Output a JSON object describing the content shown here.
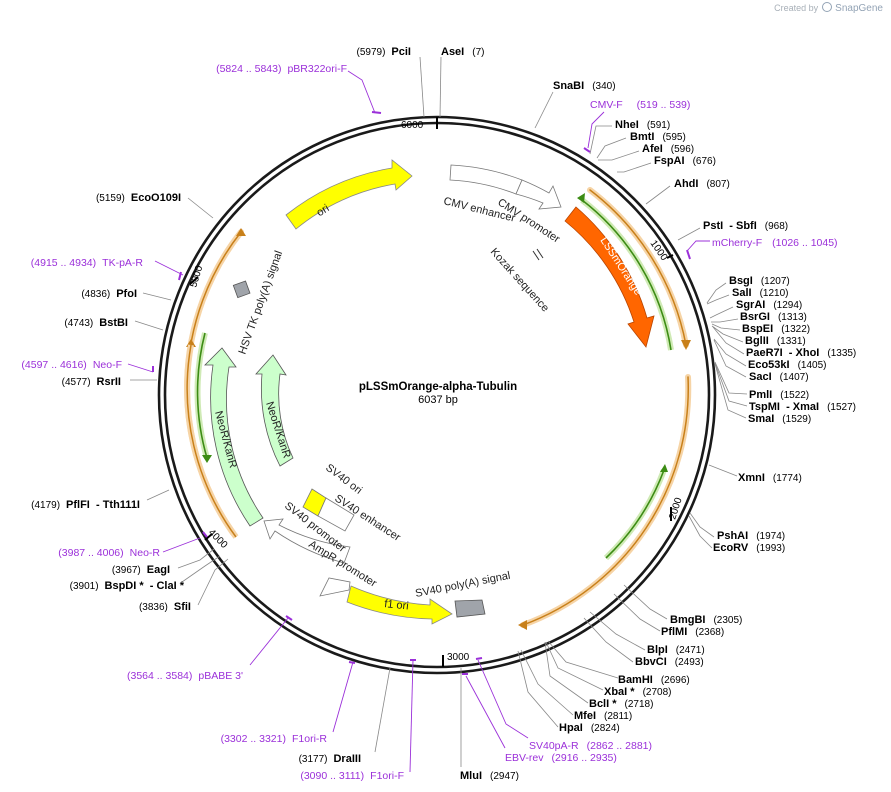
{
  "credit": {
    "prefix": "Created by",
    "brand": "SnapGene"
  },
  "plasmid": {
    "name": "pLSSmOrange-alpha-Tubulin",
    "size": "6037 bp",
    "length": 6037
  },
  "ticks": [
    {
      "pos": 1000,
      "label": "1000"
    },
    {
      "pos": 2000,
      "label": "2000"
    },
    {
      "pos": 3000,
      "label": "3000"
    },
    {
      "pos": 4000,
      "label": "4000"
    },
    {
      "pos": 5000,
      "label": "5000"
    },
    {
      "pos": 6000,
      "label": "6000"
    }
  ],
  "sites": [
    {
      "name": "PciI",
      "pos": "(5979)"
    },
    {
      "name": "AseI",
      "pos": "(7)"
    },
    {
      "name": "SnaBI",
      "pos": "(340)"
    },
    {
      "name": "NheI",
      "pos": "(591)"
    },
    {
      "name": "BmtI",
      "pos": "(595)"
    },
    {
      "name": "AfeI",
      "pos": "(596)"
    },
    {
      "name": "FspAI",
      "pos": "(676)"
    },
    {
      "name": "AhdI",
      "pos": "(807)"
    },
    {
      "name": "PstI  - SbfI",
      "pos": "(968)"
    },
    {
      "name": "BsgI",
      "pos": "(1207)"
    },
    {
      "name": "SalI",
      "pos": "(1210)"
    },
    {
      "name": "SgrAI",
      "pos": "(1294)"
    },
    {
      "name": "BsrGI",
      "pos": "(1313)"
    },
    {
      "name": "BspEI",
      "pos": "(1322)"
    },
    {
      "name": "BglII",
      "pos": "(1331)"
    },
    {
      "name": "PaeR7I  - XhoI",
      "pos": "(1335)"
    },
    {
      "name": "Eco53kI",
      "pos": "(1405)"
    },
    {
      "name": "SacI",
      "pos": "(1407)"
    },
    {
      "name": "PmlI",
      "pos": "(1522)"
    },
    {
      "name": "TspMI  - XmaI",
      "pos": "(1527)"
    },
    {
      "name": "SmaI",
      "pos": "(1529)"
    },
    {
      "name": "XmnI",
      "pos": "(1774)"
    },
    {
      "name": "PshAI",
      "pos": "(1974)"
    },
    {
      "name": "EcoRV",
      "pos": "(1993)"
    },
    {
      "name": "BmgBI",
      "pos": "(2305)"
    },
    {
      "name": "PflMI",
      "pos": "(2368)"
    },
    {
      "name": "BlpI",
      "pos": "(2471)"
    },
    {
      "name": "BbvCI",
      "pos": "(2493)"
    },
    {
      "name": "BamHI",
      "pos": "(2696)"
    },
    {
      "name": "XbaI *",
      "pos": "(2708)"
    },
    {
      "name": "BclI *",
      "pos": "(2718)"
    },
    {
      "name": "MfeI",
      "pos": "(2811)"
    },
    {
      "name": "HpaI",
      "pos": "(2824)"
    },
    {
      "name": "MluI",
      "pos": "(2947)"
    },
    {
      "name": "DraIII",
      "pos": "(3177)"
    },
    {
      "name": "SfiI",
      "pos": "(3836)"
    },
    {
      "name": "BspDI *  - ClaI *",
      "pos": "(3901)"
    },
    {
      "name": "EagI",
      "pos": "(3967)"
    },
    {
      "name": "PflFI  - Tth111I",
      "pos": "(4179)"
    },
    {
      "name": "RsrII",
      "pos": "(4577)"
    },
    {
      "name": "BstBI",
      "pos": "(4743)"
    },
    {
      "name": "PfoI",
      "pos": "(4836)"
    },
    {
      "name": "EcoO109I",
      "pos": "(5159)"
    }
  ],
  "primers": [
    {
      "name": "pBR322ori-F",
      "range": "(5824 .. 5843)"
    },
    {
      "name": "CMV-F",
      "range": "(519 .. 539)"
    },
    {
      "name": "mCherry-F",
      "range": "(1026 .. 1045)"
    },
    {
      "name": "TK-pA-R",
      "range": "(4915 .. 4934)"
    },
    {
      "name": "Neo-F",
      "range": "(4597 .. 4616)"
    },
    {
      "name": "Neo-R",
      "range": "(3987 .. 4006)"
    },
    {
      "name": "pBABE 3'",
      "range": "(3564 .. 3584)"
    },
    {
      "name": "F1ori-R",
      "range": "(3302 .. 3321)"
    },
    {
      "name": "F1ori-F",
      "range": "(3090 .. 3111)"
    },
    {
      "name": "EBV-rev",
      "range": "(2916 .. 2935)"
    },
    {
      "name": "SV40pA-R",
      "range": "(2862 .. 2881)"
    }
  ],
  "features": {
    "ori": "ori",
    "cmv_enhancer": "CMV enhancer",
    "cmv_promoter": "CMV promoter",
    "kozak": "Kozak sequence",
    "lssmorange": "LSSmOrange",
    "hsv_tk": "HSV TK poly(A) signal",
    "neor_outer": "NeoR/KanR",
    "neor_inner": "NeoR/KanR",
    "sv40_ori": "SV40 ori",
    "sv40_enhancer": "SV40 enhancer",
    "sv40_promoter": "SV40 promoter",
    "ampr_promoter": "AmpR promoter",
    "f1_ori": "f1 ori",
    "sv40_polya": "SV40 poly(A) signal"
  },
  "colors": {
    "ori": "#ffff00",
    "lssmorange": "#ff6600",
    "neor": "#ccffcc",
    "promoter": "#ffffff",
    "polya": "#a0a4aa",
    "primer": "#9b30d9",
    "orange_track": "#f0b060",
    "green_track": "#3c8c14"
  }
}
